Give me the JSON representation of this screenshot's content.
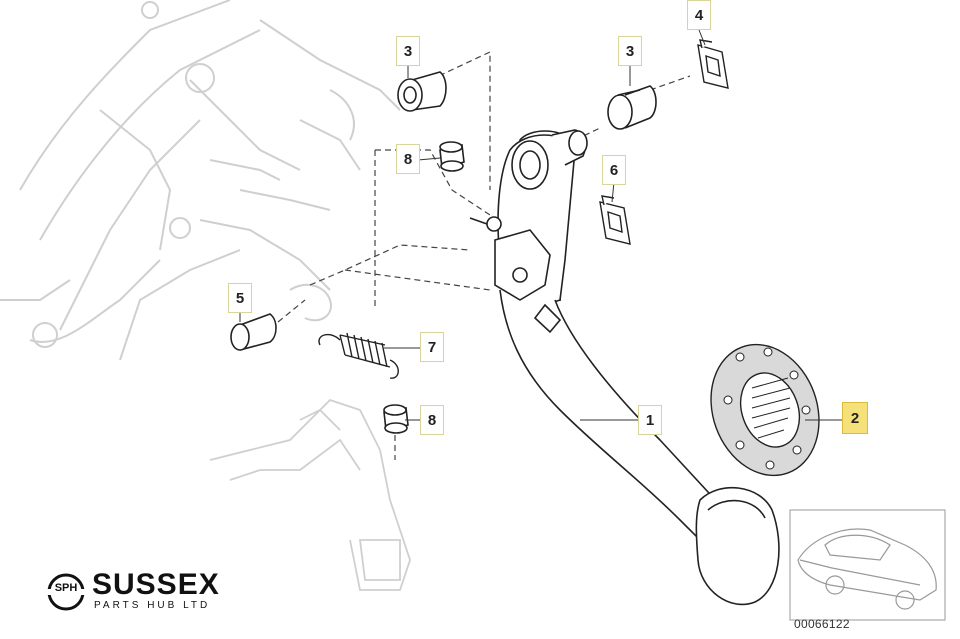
{
  "diagram": {
    "callouts": [
      "1",
      "2",
      "3",
      "3",
      "4",
      "5",
      "6",
      "7",
      "8",
      "8"
    ],
    "reference_code": "00066122"
  },
  "logo": {
    "mark": "SPH",
    "name": "SUSSEX",
    "tagline": "PARTS HUB LTD"
  },
  "colors": {
    "highlight": "#f6e07a",
    "line": "#333333",
    "ghost": "#c8c8c8"
  }
}
